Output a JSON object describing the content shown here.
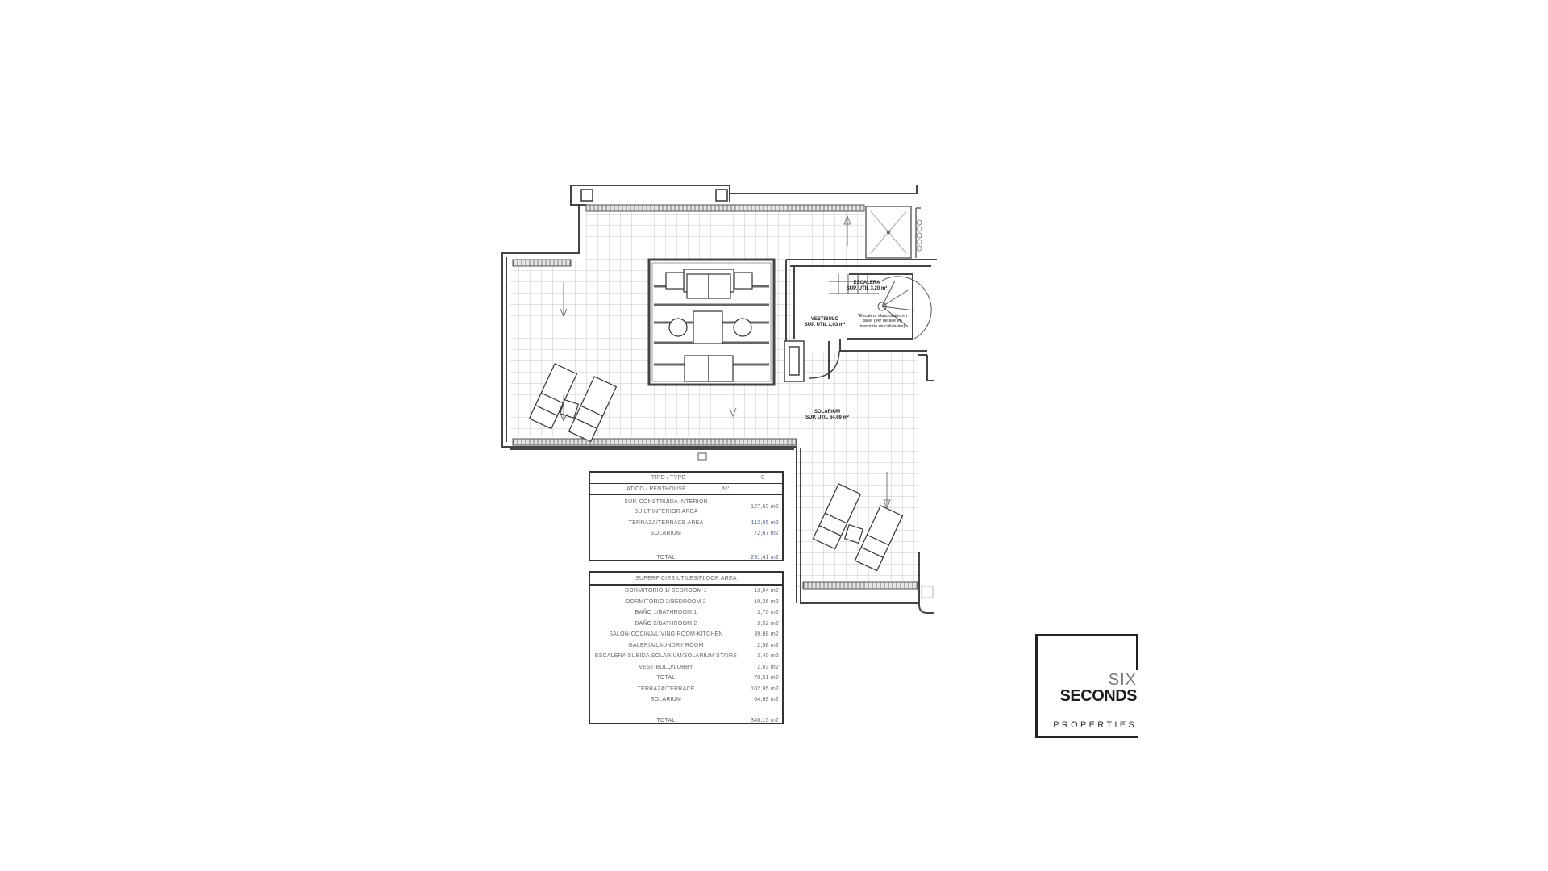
{
  "floor_plan": {
    "rooms": {
      "escalera": {
        "name": "ESCALERA",
        "area": "SUP. UTIL 3,20 m²"
      },
      "vestibulo": {
        "name": "VESTIBULO",
        "area": "SUP. UTIL 2,03 m²"
      },
      "stair_note": {
        "line1": "*Escalera elaboración en",
        "line2": "taller (ver detalle en",
        "line3": "memoria de calidades)"
      },
      "solarium": {
        "name": "SOLARIUM",
        "area": "SUP. UTIL 64,69 m²"
      }
    }
  },
  "summary_table": {
    "type_label": "TIPO / TYPE",
    "type_value": "0",
    "unit_label": "ATICO / PENTHOUSE",
    "unit_flag": "Nº",
    "rows": [
      {
        "label1": "SUP. CONSTRUIDA INTERIOR",
        "label2": "BUILT INTERIOR AREA",
        "value": "127,69 m2"
      },
      {
        "label": "TERRAZA/TERRACE AREA",
        "value": "112,05 m2"
      },
      {
        "label": "SOLARIUM",
        "value": "72,67 m2"
      }
    ],
    "total_label": "TOTAL",
    "total_value": "291,41 m2"
  },
  "floor_area_table": {
    "title": "SUPERFICIES UTILES/FLOOR AREA",
    "rows": [
      {
        "label": "DORMITORIO 1/ BEDROOM 1",
        "value": "13,04 m2"
      },
      {
        "label": "DORMITORIO 2/BEDROOM 2",
        "value": "10,36 m2"
      },
      {
        "label": "BAÑO 1/BATHROOM 1",
        "value": "3,70 m2"
      },
      {
        "label": "BAÑO 2/BATHROOM 2",
        "value": "3,52 m2"
      },
      {
        "label": "SALON-COCINA/LIVING ROOM-KITCHEN",
        "value": "39,88 m2"
      },
      {
        "label": "GALERIA/LAUNDRY ROOM",
        "value": "2,58 m2"
      },
      {
        "label": "ESCALERA SUBIDA SOLARIUM/SOLARIUM STAIRS",
        "value": "3,40 m2"
      },
      {
        "label": "VESTIBULO/LOBBY",
        "value": "2,03 m2"
      },
      {
        "label": "TOTAL",
        "value": "78,51 m2"
      },
      {
        "label": "TERRAZA/TERRACE",
        "value": "102,95 m2"
      },
      {
        "label": "SOLARIUM",
        "value": "64,69 m2"
      }
    ],
    "total_label": "TOTAL",
    "total_value": "346,15 m2"
  },
  "logo": {
    "line1": "SIX",
    "line2": "SECONDS",
    "line3": "PROPERTIES"
  },
  "colors": {
    "wall": "#444444",
    "grid": "#c8c8c8",
    "highlight_value": "#4a5fa8"
  }
}
